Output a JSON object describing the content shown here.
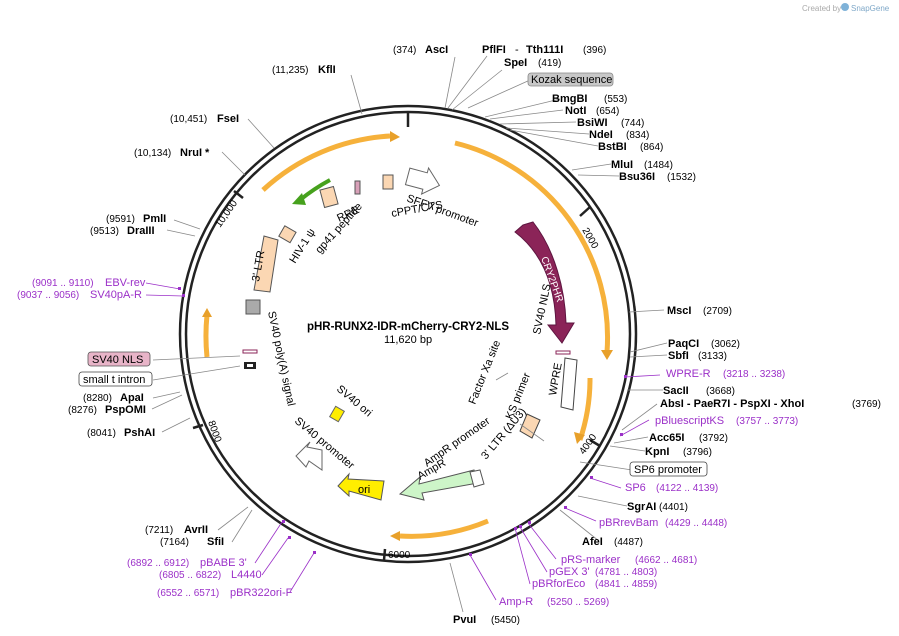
{
  "header": {
    "created_by": "Created by",
    "brand": "SnapGene"
  },
  "map": {
    "name": "pHR-RUNX2-IDR-mCherry-CRY2-NLS",
    "length": "11,620 bp"
  },
  "ticks": [
    "2000",
    "4000",
    "6000",
    "8000",
    "10,000"
  ],
  "sites_right": [
    {
      "name": "AscI",
      "pos": "(374)"
    },
    {
      "name": "PflFI",
      "sep": "-",
      "name2": "Tth111I",
      "pos": "(396)"
    },
    {
      "name": "SpeI",
      "pos": "(419)"
    },
    {
      "name": "BmgBI",
      "pos": "(553)"
    },
    {
      "name": "NotI",
      "pos": "(654)"
    },
    {
      "name": "BsiWI",
      "pos": "(744)"
    },
    {
      "name": "NdeI",
      "pos": "(834)"
    },
    {
      "name": "BstBI",
      "pos": "(864)"
    },
    {
      "name": "MluI",
      "pos": "(1484)"
    },
    {
      "name": "Bsu36I",
      "pos": "(1532)"
    },
    {
      "name": "MscI",
      "pos": "(2709)"
    },
    {
      "name": "PaqCI",
      "pos": "(3062)"
    },
    {
      "name": "SbfI",
      "pos": "(3133)"
    },
    {
      "name": "SacII",
      "pos": "(3668)"
    },
    {
      "name": "AbsI - PaeR7I - PspXI - XhoI",
      "pos": "(3769)"
    },
    {
      "name": "Acc65I",
      "pos": "(3792)"
    },
    {
      "name": "KpnI",
      "pos": "(3796)"
    },
    {
      "name": "SgrAI",
      "pos": "(4401)"
    },
    {
      "name": "AfeI",
      "pos": "(4487)"
    },
    {
      "name": "PvuI",
      "pos": "(5450)"
    }
  ],
  "sites_left": [
    {
      "name": "KflI",
      "pos": "(11,235)"
    },
    {
      "name": "FseI",
      "pos": "(10,451)"
    },
    {
      "name": "NruI *",
      "pos": "(10,134)"
    },
    {
      "name": "PmlI",
      "pos": "(9591)"
    },
    {
      "name": "DraIII",
      "pos": "(9513)"
    },
    {
      "name": "ApaI",
      "pos": "(8280)"
    },
    {
      "name": "PspOMI",
      "pos": "(8276)"
    },
    {
      "name": "PshAI",
      "pos": "(8041)"
    },
    {
      "name": "AvrII",
      "pos": "(7211)"
    },
    {
      "name": "SfiI",
      "pos": "(7164)"
    }
  ],
  "primers": [
    {
      "name": "WPRE-R",
      "pos": "(3218 .. 3238)"
    },
    {
      "name": "pBluescriptKS",
      "pos": "(3757 .. 3773)"
    },
    {
      "name": "SP6",
      "pos": "(4122 .. 4139)"
    },
    {
      "name": "pBRrevBam",
      "pos": "(4429 .. 4448)"
    },
    {
      "name": "pRS-marker",
      "pos": "(4662 .. 4681)"
    },
    {
      "name": "pGEX 3'",
      "pos": "(4781 .. 4803)"
    },
    {
      "name": "pBRforEco",
      "pos": "(4841 .. 4859)"
    },
    {
      "name": "Amp-R",
      "pos": "(5250 .. 5269)"
    },
    {
      "name": "EBV-rev",
      "pos": "(9091 .. 9110)"
    },
    {
      "name": "SV40pA-R",
      "pos": "(9037 .. 9056)"
    },
    {
      "name": "pBABE 3'",
      "pos": "(6892 .. 6912)"
    },
    {
      "name": "L4440",
      "pos": "(6805 .. 6822)"
    },
    {
      "name": "pBR322ori-F",
      "pos": "(6552 .. 6571)"
    }
  ],
  "boxed": {
    "kozak": "Kozak sequence",
    "sp6_promoter": "SP6 promoter",
    "sv40_nls": "SV40 NLS",
    "small_t": "small t intron"
  },
  "features": {
    "sffv": "SFFV promoter",
    "cppt": "cPPT/CTS",
    "rre": "RRE",
    "gp41": "gp41 peptide",
    "hiv": "HIV-1 ψ",
    "ltr3": "3' LTR",
    "cry2phr": "CRY2PHR",
    "sv40_nls_in": "SV40 NLS",
    "wpre": "WPRE",
    "factor_xa": "Factor Xa site",
    "ks_primer": "KS primer",
    "ltr3_du3": "3' LTR (ΔU3)",
    "ampr_promoter": "AmpR promoter",
    "ampr": "AmpR",
    "ori": "ori",
    "sv40_ori": "SV40 ori",
    "sv40_promoter": "SV40 promoter",
    "sv40_polya": "SV40 poly(A) signal"
  },
  "colors": {
    "backbone": "#222222",
    "orange": "#f6b13b",
    "cry2": "#8b2458",
    "ampr": "#cdf5c8",
    "ori": "#ffee00",
    "primer": "#9b30c8",
    "green": "#46a11d"
  }
}
